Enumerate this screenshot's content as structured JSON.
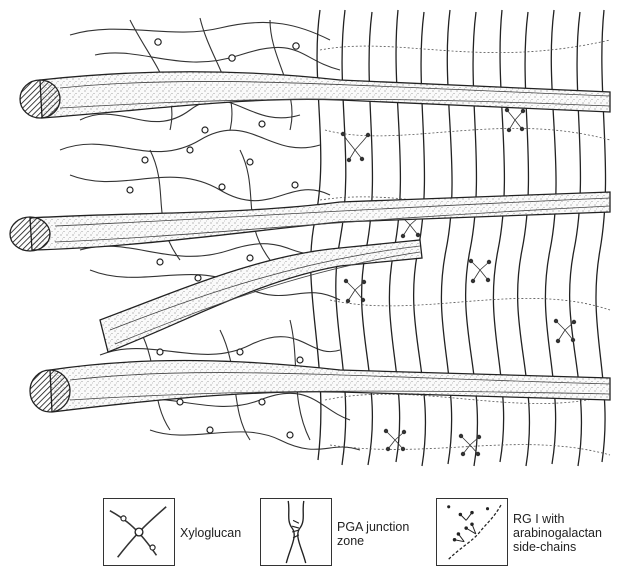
{
  "legend": {
    "xyloglucan": "Xyloglucan",
    "pga_line1": "PGA junction",
    "pga_line2": "zone",
    "rg_line1": "RG I with",
    "rg_line2": "arabinogalactan",
    "rg_line3": "side-chains"
  },
  "structures": {
    "microfibril_count": 4,
    "line_color": "#2a2a2a"
  }
}
